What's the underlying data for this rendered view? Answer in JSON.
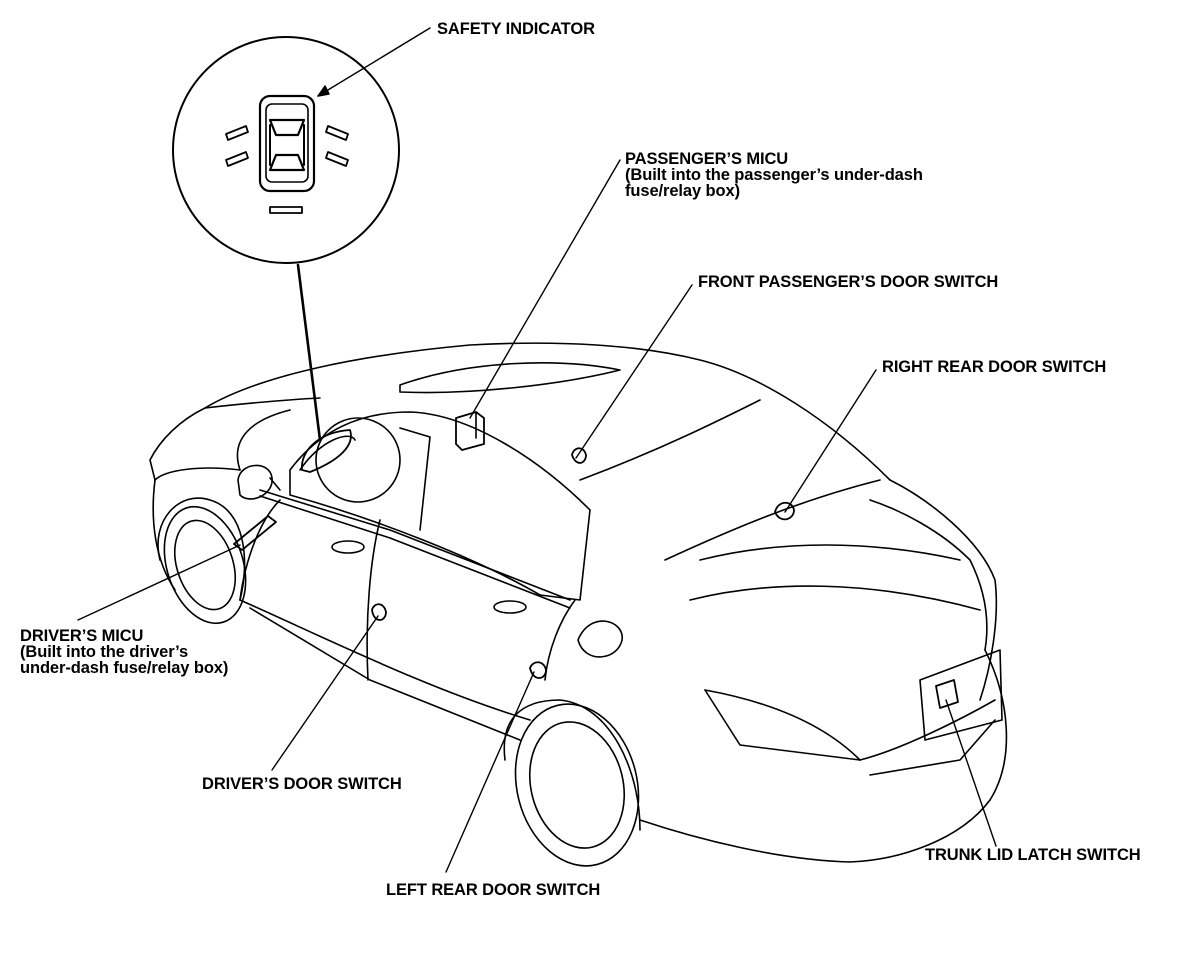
{
  "labels": {
    "safety_indicator": "SAFETY INDICATOR",
    "passenger_micu": {
      "line1": "PASSENGER’S MICU",
      "line2": "(Built into the passenger’s under-dash",
      "line3": "fuse/relay box)"
    },
    "front_passenger_door_switch": "FRONT PASSENGER’S DOOR SWITCH",
    "right_rear_door_switch": "RIGHT REAR DOOR SWITCH",
    "driver_micu": {
      "line1": "DRIVER’S MICU",
      "line2": "(Built into the driver’s",
      "line3": "under-dash fuse/relay box)"
    },
    "driver_door_switch": "DRIVER’S DOOR SWITCH",
    "left_rear_door_switch": "LEFT REAR DOOR SWITCH",
    "trunk_lid_latch_switch": "TRUNK LID LATCH SWITCH"
  },
  "colors": {
    "ink": "#000000",
    "paper": "#ffffff"
  }
}
